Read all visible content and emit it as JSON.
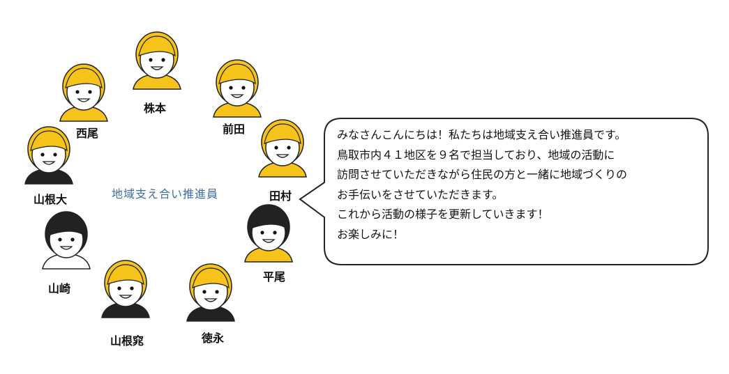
{
  "group_title": "地域支え合い推進員",
  "members": [
    {
      "name": "株本",
      "hair": "yellow",
      "shirt": "yellow"
    },
    {
      "name": "前田",
      "hair": "yellow",
      "shirt": "yellow"
    },
    {
      "name": "田村",
      "hair": "yellow",
      "shirt": "yellow"
    },
    {
      "name": "平尾",
      "hair": "black",
      "shirt": "yellow"
    },
    {
      "name": "徳永",
      "hair": "yellow",
      "shirt": "black"
    },
    {
      "name": "山根窕",
      "hair": "yellow",
      "shirt": "black"
    },
    {
      "name": "山崎",
      "hair": "black",
      "shirt": "white"
    },
    {
      "name": "山根大",
      "hair": "yellow",
      "shirt": "black"
    },
    {
      "name": "西尾",
      "hair": "yellow",
      "shirt": "yellow"
    }
  ],
  "message": {
    "lines": [
      "みなさんこんにちは！私たちは地域支え合い推進員です。",
      "鳥取市内４１地区を９名で担当しており、地域の活動に",
      "訪問させていただきながら住民の方と一緒に地域づくりの",
      "お手伝いをさせていただきます。",
      "これから活動の様子を更新していきます！",
      "お楽しみに！"
    ]
  },
  "colors": {
    "yellow": "#f6c31a",
    "black": "#222222",
    "title_blue": "#3a6ea5",
    "outline": "#222222"
  }
}
